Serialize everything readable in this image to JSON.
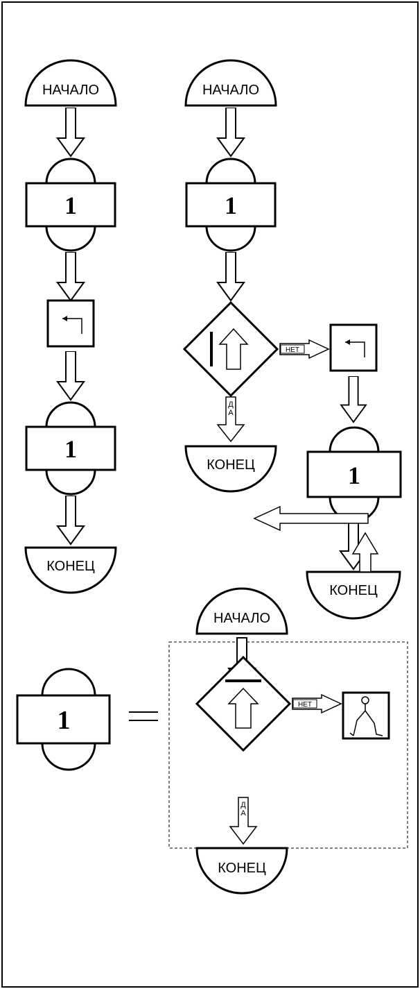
{
  "labels": {
    "start": "НАЧАЛО",
    "end": "КОНЕЦ",
    "no": "НЕТ",
    "yes": "ДА",
    "block_number": "1",
    "equals": "="
  },
  "colors": {
    "stroke": "#000000",
    "background": "#ffffff",
    "dashed_frame": "#000000"
  },
  "icons": {
    "turn_left": "turn-left-arrow-icon",
    "up_arrow": "up-arrow-icon",
    "robot": "robot-figure-icon"
  }
}
